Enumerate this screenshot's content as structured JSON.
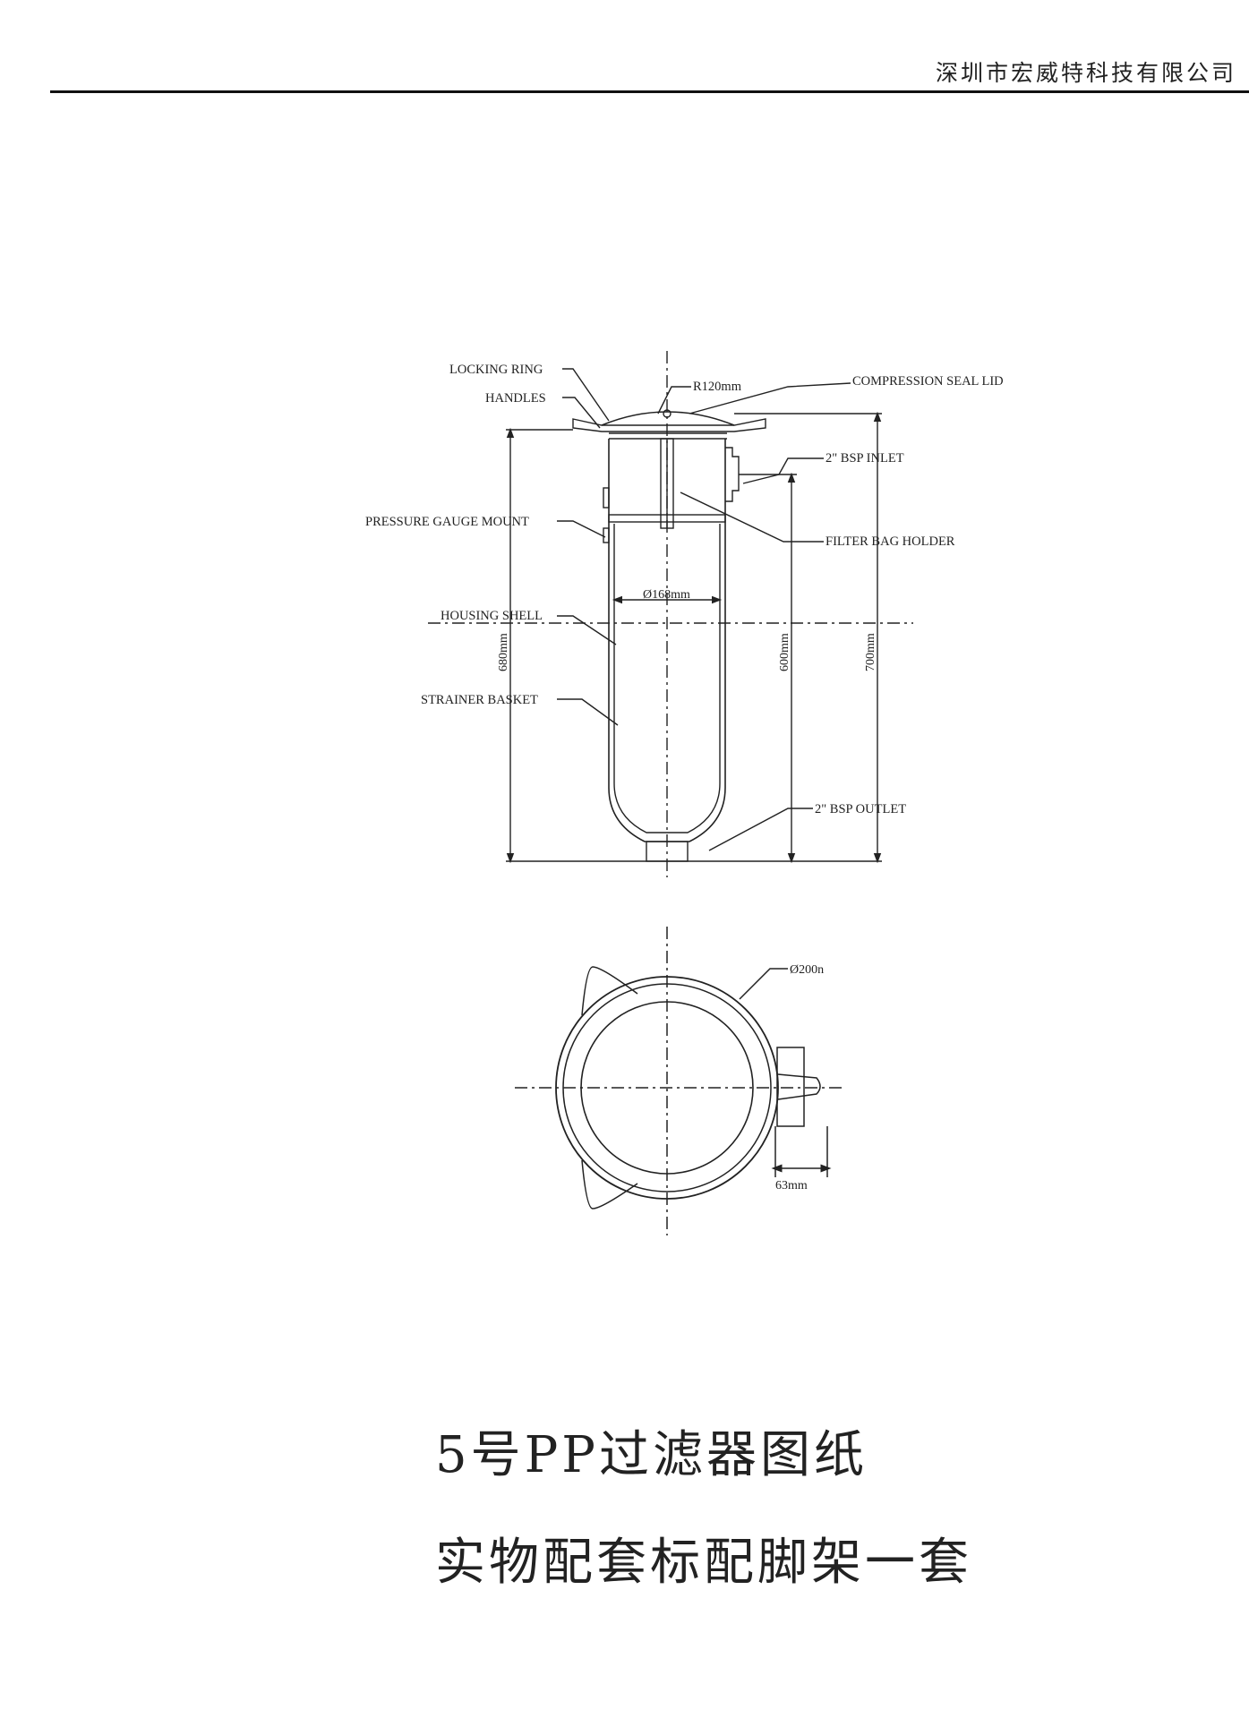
{
  "header": {
    "company": "深圳市宏威特科技有限公司"
  },
  "drawing": {
    "labels": {
      "locking_ring": "LOCKING RING",
      "handles": "HANDLES",
      "radius": "R120mm",
      "compression_seal_lid": "COMPRESSION SEAL LID",
      "inlet": "2\" BSP INLET",
      "pressure_gauge_mount": "PRESSURE GAUGE MOUNT",
      "filter_bag_holder": "FILTER BAG HOLDER",
      "housing_shell": "HOUSING SHELL",
      "strainer_basket": "STRAINER BASKET",
      "outlet": "2\" BSP OUTLET"
    },
    "dimensions": {
      "inner_diameter": "Ø168mm",
      "total_height": "680mm",
      "body_height": "600mm",
      "overall_height": "700mm",
      "outer_diameter": "Ø200n",
      "inlet_offset": "63mm"
    }
  },
  "caption": {
    "line1": "5号PP过滤器图纸",
    "line2": "实物配套标配脚架一套"
  }
}
